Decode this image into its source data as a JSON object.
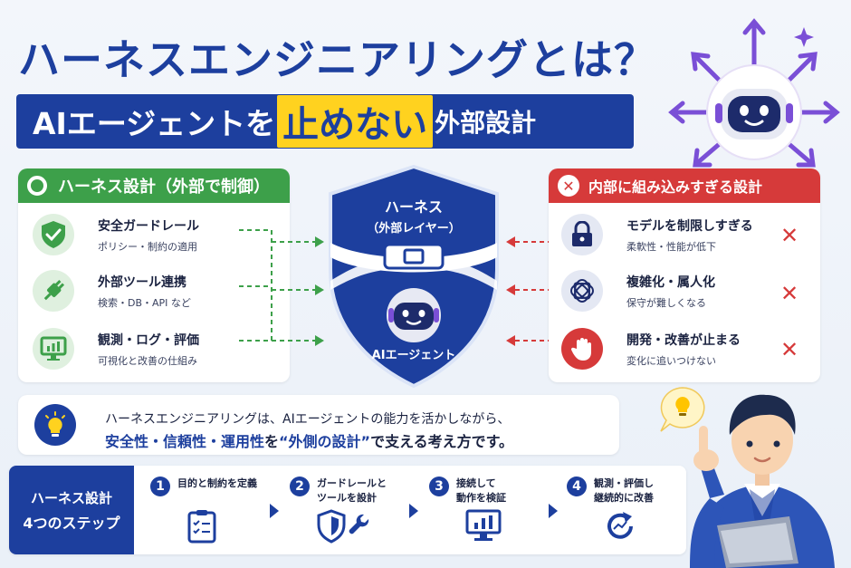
{
  "header": {
    "title": "ハーネスエンジニアリングとは？",
    "subtitle_pre": "AIエージェントを",
    "subtitle_highlight": "止めない",
    "subtitle_post": "外部設計"
  },
  "left_panel": {
    "heading": "ハーネス設計（外部で制御）",
    "items": [
      {
        "title": "安全ガードレール",
        "desc": "ポリシー・制約の適用",
        "icon": "shield-check-icon"
      },
      {
        "title": "外部ツール連携",
        "desc": "検索・DB・API など",
        "icon": "plug-icon"
      },
      {
        "title": "観測・ログ・評価",
        "desc": "可視化と改善の仕組み",
        "icon": "monitor-chart-icon"
      }
    ]
  },
  "center": {
    "shield_title": "ハーネス",
    "shield_subtitle": "（外部レイヤー）",
    "agent_label": "AIエージェント"
  },
  "right_panel": {
    "heading": "内部に組み込みすぎる設計",
    "items": [
      {
        "title": "モデルを制限しすぎる",
        "desc": "柔軟性・性能が低下",
        "icon": "lock-icon"
      },
      {
        "title": "複雑化・属人化",
        "desc": "保守が難しくなる",
        "icon": "tangle-icon"
      },
      {
        "title": "開発・改善が止まる",
        "desc": "変化に追いつけない",
        "icon": "stop-hand-icon"
      }
    ],
    "mark": "✕"
  },
  "summary": {
    "line1": "ハーネスエンジニアリングは、AIエージェントの能力を活かしながら、",
    "line2_a": "安全性・信頼性・運用性",
    "line2_b": "を",
    "line2_c": "“外側の設計”",
    "line2_d": "で支える考え方です。"
  },
  "steps": {
    "heading_1": "ハーネス設計",
    "heading_2": "4つのステップ",
    "items": [
      {
        "num": "1",
        "label": "目的と制約を定義",
        "icon": "checklist-icon"
      },
      {
        "num": "2",
        "label": "ガードレールと\nツールを設計",
        "icon": "shield-wrench-icon"
      },
      {
        "num": "3",
        "label": "接続して\n動作を検証",
        "icon": "monitor-chart-icon"
      },
      {
        "num": "4",
        "label": "観測・評価し\n継続的に改善",
        "icon": "refresh-icon"
      }
    ]
  },
  "colors": {
    "primary": "#1d3f9e",
    "green": "#3da04a",
    "red": "#d63a3a",
    "yellow": "#ffd21f",
    "purple": "#7a4fd6"
  }
}
